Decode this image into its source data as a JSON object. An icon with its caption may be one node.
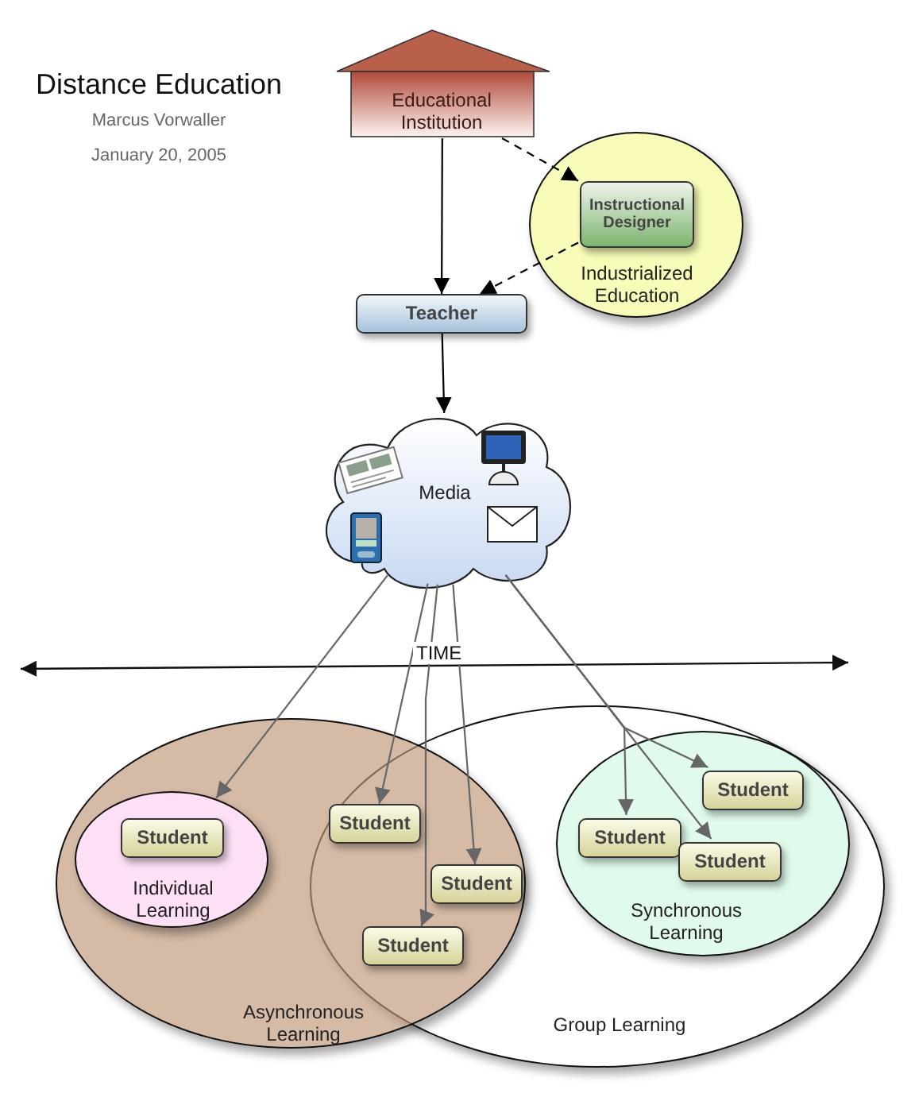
{
  "diagram": {
    "title": "Distance Education",
    "nodes": [
      {
        "text": [
          "Educational Institution"
        ]
      },
      {
        "text": [
          "Industrialized Education"
        ]
      },
      {
        "text": [
          "Instructional Designer"
        ],
        "in": 1
      },
      {
        "text": [
          "Teacher"
        ]
      },
      {
        "text": [
          "Media"
        ]
      },
      {
        "text": [
          "Asynchronous Learning"
        ]
      },
      {
        "text": [
          "Individual Learning"
        ],
        "in": 5
      },
      {
        "text": [
          "Student"
        ],
        "in": 6
      },
      {
        "text": [
          "Group Learning"
        ]
      },
      {
        "text": [
          "Student"
        ]
      },
      {
        "text": [
          "Student"
        ]
      },
      {
        "text": [
          "Student"
        ]
      },
      {
        "text": [
          "Synchronous Learning"
        ],
        "in": 8
      },
      {
        "text": [
          "Student"
        ],
        "in": 12
      },
      {
        "text": [
          "Student"
        ],
        "in": 12
      },
      {
        "text": [
          "Student"
        ],
        "in": 12
      }
    ],
    "edges": [
      {
        "from": 0,
        "to": 3,
        "arrow": "to",
        "color": "#000000"
      },
      {
        "from": 0,
        "to": 2,
        "arrow": "to",
        "style": "dashed",
        "color": "#000000"
      },
      {
        "from": 2,
        "to": 3,
        "arrow": "to",
        "style": "dashed",
        "color": "#000000"
      },
      {
        "from": 3,
        "to": 4,
        "arrow": "to",
        "color": "#000000"
      },
      {
        "from": 4,
        "to": 6,
        "arrow": "to"
      },
      {
        "from": 4,
        "to": 9,
        "arrow": "to"
      },
      {
        "from": 4,
        "to": 11,
        "arrow": "to"
      },
      {
        "from": 4,
        "to": 10,
        "arrow": "to"
      },
      {
        "from": 4,
        "to": 13,
        "arrow": "to"
      },
      {
        "from": 4,
        "to": 14,
        "arrow": "to"
      },
      {
        "from": 4,
        "to": 15,
        "arrow": "to"
      }
    ],
    "labels": [
      "Marcus Vorwaller",
      "January 20, 2005",
      "TIME"
    ]
  }
}
